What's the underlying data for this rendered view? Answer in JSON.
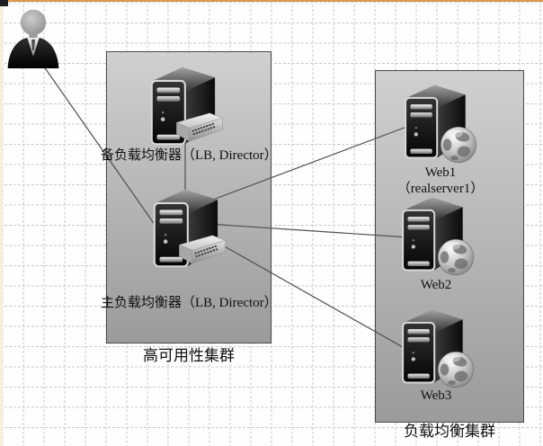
{
  "colors": {
    "edge-top": "#d89a4a",
    "edge-left": "#f6f0d8",
    "grid-line": "#c9c9c9",
    "connector": "#4f4f4f",
    "box-fill-top": "#d0d0d0",
    "box-fill-bottom": "#9b9b9b",
    "box-border": "#4a4a4a"
  },
  "diagram": {
    "client": {
      "role": "user-client"
    },
    "ha_cluster": {
      "caption": "高可用性集群",
      "backup_lb": {
        "label": "备负载均衡器（LB, Director）"
      },
      "master_lb": {
        "label": "主负载均衡器（LB, Director）"
      }
    },
    "lb_cluster": {
      "caption": "负载均衡集群",
      "web1": {
        "label": "Web1",
        "sublabel": "（realserver1）"
      },
      "web2": {
        "label": "Web2"
      },
      "web3": {
        "label": "Web3"
      }
    },
    "connections": [
      {
        "from": "client",
        "to": "master_lb"
      },
      {
        "from": "backup_lb",
        "to": "master_lb"
      },
      {
        "from": "master_lb",
        "to": "web1"
      },
      {
        "from": "master_lb",
        "to": "web2"
      },
      {
        "from": "master_lb",
        "to": "web3"
      }
    ]
  }
}
